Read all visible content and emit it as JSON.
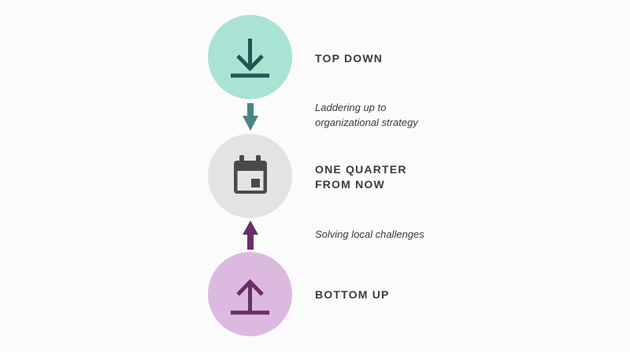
{
  "steps": [
    {
      "id": "top",
      "heading": "TOP DOWN",
      "icon": "download-arrow-icon",
      "circle_color": "#a9e3d3",
      "icon_color": "#1d5757"
    },
    {
      "id": "middle",
      "heading_lines": [
        "ONE QUARTER",
        "FROM NOW"
      ],
      "icon": "calendar-icon",
      "circle_color": "#e3e3e3",
      "icon_color": "#4a4a4a"
    },
    {
      "id": "bottom",
      "heading": "BOTTOM UP",
      "icon": "upload-arrow-icon",
      "circle_color": "#dcbadf",
      "icon_color": "#6a2e66"
    }
  ],
  "connectors": [
    {
      "direction": "down",
      "color": "#4a8585",
      "label_lines": [
        "Laddering up to",
        "organizational strategy"
      ]
    },
    {
      "direction": "up",
      "color": "#6a2e66",
      "label_lines": [
        "Solving local challenges"
      ]
    }
  ],
  "text_color": "#3b3b3b",
  "background": "#fbfbfb"
}
